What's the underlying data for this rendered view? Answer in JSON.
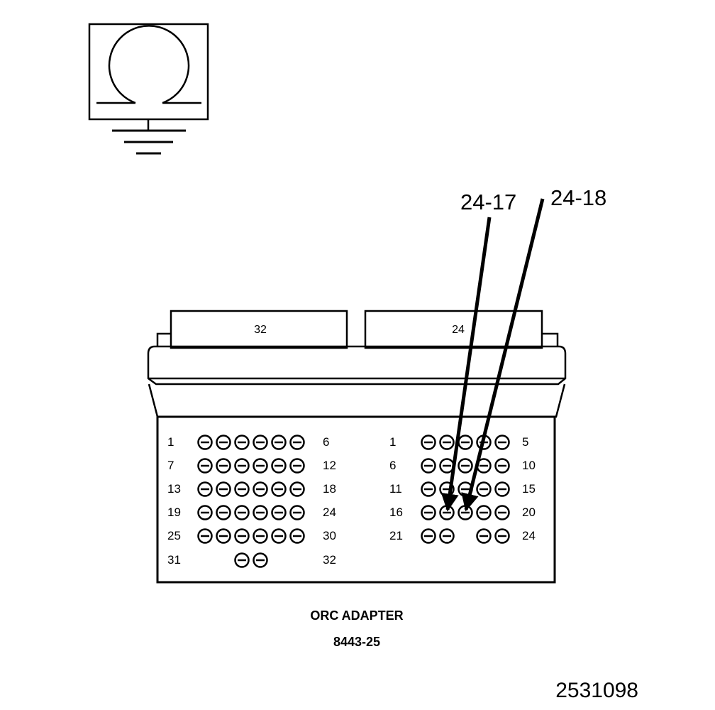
{
  "meter": {
    "symbol": "Ω"
  },
  "connector_tabs": {
    "left": "32",
    "right": "24"
  },
  "left_block": {
    "row_labels": [
      {
        "left": "1",
        "right": "6"
      },
      {
        "left": "7",
        "right": "12"
      },
      {
        "left": "13",
        "right": "18"
      },
      {
        "left": "19",
        "right": "24"
      },
      {
        "left": "25",
        "right": "30"
      },
      {
        "left": "31",
        "right": "32"
      }
    ],
    "pins_per_row": [
      6,
      6,
      6,
      6,
      6,
      2
    ]
  },
  "right_block": {
    "row_labels": [
      {
        "left": "1",
        "right": "5"
      },
      {
        "left": "6",
        "right": "10"
      },
      {
        "left": "11",
        "right": "15"
      },
      {
        "left": "16",
        "right": "20"
      },
      {
        "left": "21",
        "right": "24"
      }
    ],
    "pins_per_row": [
      5,
      5,
      5,
      5,
      4
    ]
  },
  "callouts": [
    {
      "label": "24-17",
      "pin": "17"
    },
    {
      "label": "24-18",
      "pin": "18"
    }
  ],
  "caption": {
    "title": "ORC ADAPTER",
    "part_number": "8443-25"
  },
  "figure_number": "2531098"
}
